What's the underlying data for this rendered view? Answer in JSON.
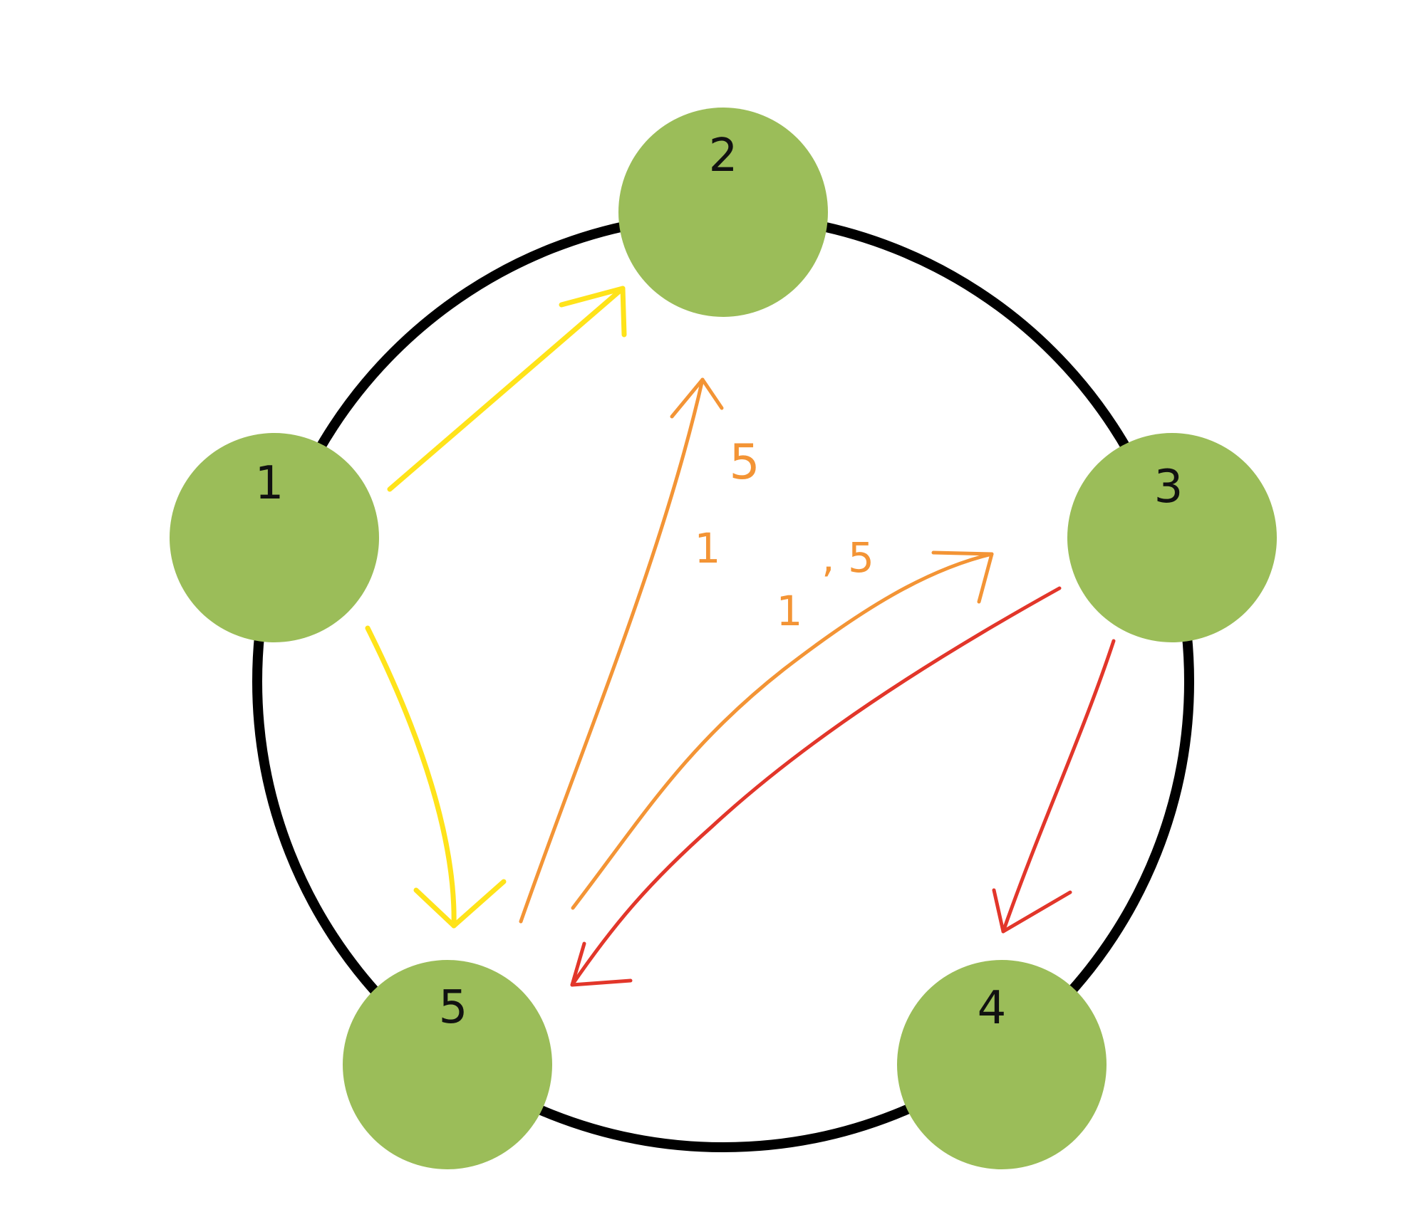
{
  "colors": {
    "background": "#ffffff",
    "ring": "#000000",
    "node_fill": "#9bbd59",
    "node_text": "#111111",
    "arrow_yellow": "#ffe31a",
    "arrow_orange": "#f39435",
    "arrow_red": "#e2362a"
  },
  "nodes": [
    {
      "label": "1"
    },
    {
      "label": "2"
    },
    {
      "label": "3"
    },
    {
      "label": "4"
    },
    {
      "label": "5"
    }
  ],
  "edges": [
    {
      "from": "1",
      "to": "2",
      "color": "arrow_yellow"
    },
    {
      "from": "1",
      "to": "5",
      "color": "arrow_yellow"
    },
    {
      "from": "5",
      "to": "2",
      "color": "arrow_orange"
    },
    {
      "from": "5",
      "to": "3",
      "color": "arrow_orange"
    },
    {
      "from": "3",
      "to": "5",
      "color": "arrow_red"
    },
    {
      "from": "3",
      "to": "4",
      "color": "arrow_red"
    }
  ],
  "edge_labels": {
    "five_to_two_upper": "5",
    "five_to_two_lower": "1",
    "five_to_three": ", 5",
    "five_to_three_prefix": "1"
  }
}
